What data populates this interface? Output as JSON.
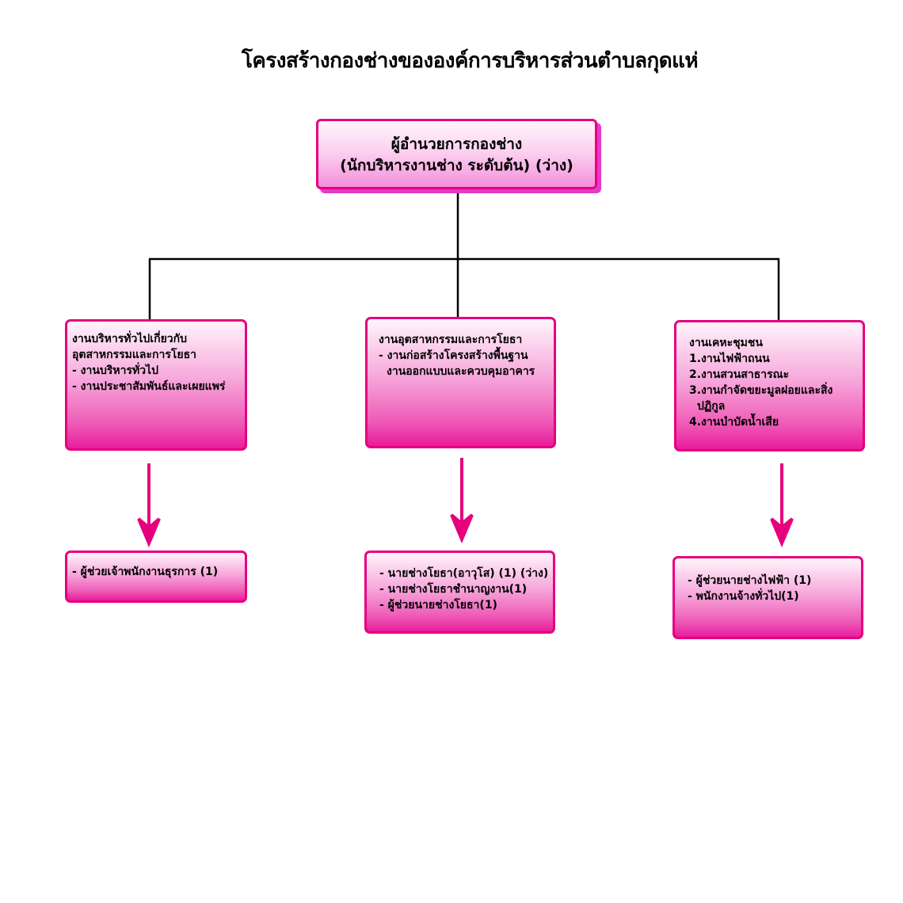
{
  "title": "โครงสร้างกองช่างขององค์การบริหารส่วนตำบลกุดแห่",
  "director": {
    "line1": "ผู้อำนวยการกองช่าง",
    "line2": "(นักบริหารงานช่าง ระดับต้น) (ว่าง)"
  },
  "units": [
    {
      "lines": [
        "งานบริหารทั่วไปเกี่ยวกับ",
        "อุตสาหกรรมและการโยธา",
        "- งานบริหารทั่วไป",
        "- งานประชาสัมพันธ์และเผยแพร่"
      ],
      "staff": [
        "- ผู้ช่วยเจ้าพนักงานธุรการ (1)"
      ]
    },
    {
      "lines": [
        "งานอุตสาหกรรมและการโยธา",
        "- งานก่อสร้างโครงสร้างพื้นฐาน",
        "งานออกแบบและควบคุมอาคาร"
      ],
      "staff": [
        "- นายช่างโยธา(อาวุโส) (1) (ว่าง)",
        "- นายช่างโยธาชำนาญงาน(1)",
        "- ผู้ช่วยนายช่างโยธา(1)"
      ]
    },
    {
      "lines": [
        "งานเคหะชุมชน",
        "1.งานไฟฟ้าถนน",
        "2.งานสวนสาธารณะ",
        "3.งานกำจัดขยะมูลฝอยและสิ่ง",
        "ปฏิกูล",
        "4.งานบำบัดน้ำเสีย"
      ],
      "staff": [
        "- ผู้ช่วยนายช่างไฟฟ้า (1)",
        "- พนักงานจ้างทั่วไป(1)"
      ]
    }
  ],
  "colors": {
    "border": "#e6007e",
    "arrow": "#e6007e",
    "connector": "#000000"
  }
}
